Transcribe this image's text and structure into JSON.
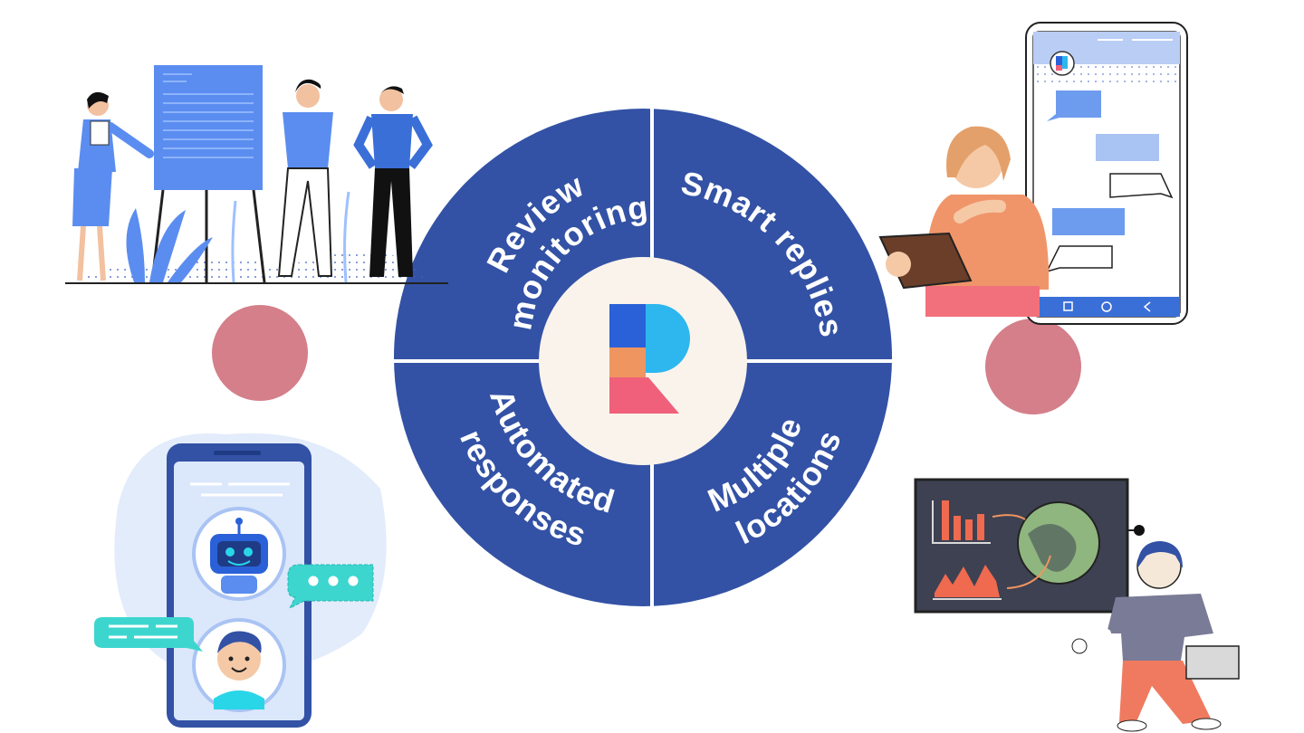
{
  "wheel": {
    "segments": [
      {
        "id": "review-monitoring",
        "lines": [
          "Review",
          "monitoring"
        ]
      },
      {
        "id": "smart-replies",
        "lines": [
          "Smart replies"
        ]
      },
      {
        "id": "multiple-locations",
        "lines": [
          "Multiple",
          "locations"
        ]
      },
      {
        "id": "automated-responses",
        "lines": [
          "Automated",
          "responses"
        ]
      }
    ]
  },
  "colors": {
    "wheel": "#3352a5",
    "hub": "#faf3ec",
    "accent_pink": "#d47f8a",
    "logo_blue": "#2a61d8",
    "logo_cyan": "#2db7ee",
    "logo_orange": "#ef9560",
    "logo_pink": "#f0607a",
    "illus_blue": "#5b8df0"
  },
  "icons": {
    "logo": "brand-logo-icon",
    "team": "team-presentation-illustration",
    "chat_phone": "chat-phone-illustration",
    "bot_phone": "chatbot-phone-illustration",
    "analytics": "analytics-board-illustration"
  }
}
